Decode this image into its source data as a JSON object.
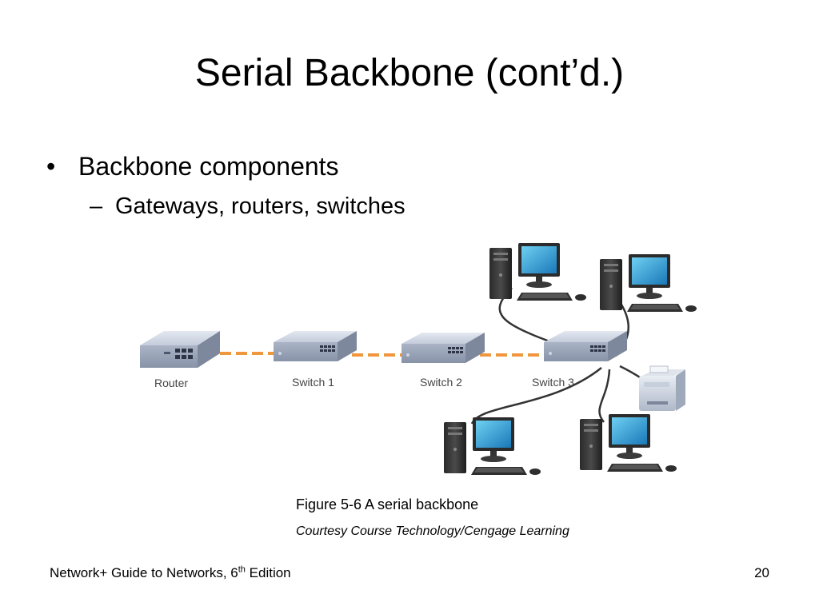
{
  "slide": {
    "title": "Serial Backbone (cont’d.)",
    "bullets": [
      {
        "text": "Backbone components",
        "sub": [
          "Gateways, routers, switches"
        ]
      }
    ],
    "bullet_glyph": "•",
    "sub_glyph": "–"
  },
  "diagram": {
    "devices": [
      {
        "label": "Router",
        "icon": "router-icon"
      },
      {
        "label": "Switch 1",
        "icon": "switch-icon"
      },
      {
        "label": "Switch 2",
        "icon": "switch-icon"
      },
      {
        "label": "Switch 3",
        "icon": "switch-icon"
      }
    ],
    "link_color": "#f0963c",
    "cable_color": "#333333",
    "workstation_count": 4,
    "printer_count": 1
  },
  "figure": {
    "caption": "Figure 5-6 A serial backbone",
    "credit": "Courtesy Course Technology/Cengage Learning"
  },
  "footer": {
    "book_prefix": "Network+ Guide to Networks, 6",
    "book_sup": "th",
    "book_suffix": " Edition",
    "page_number": "20"
  }
}
